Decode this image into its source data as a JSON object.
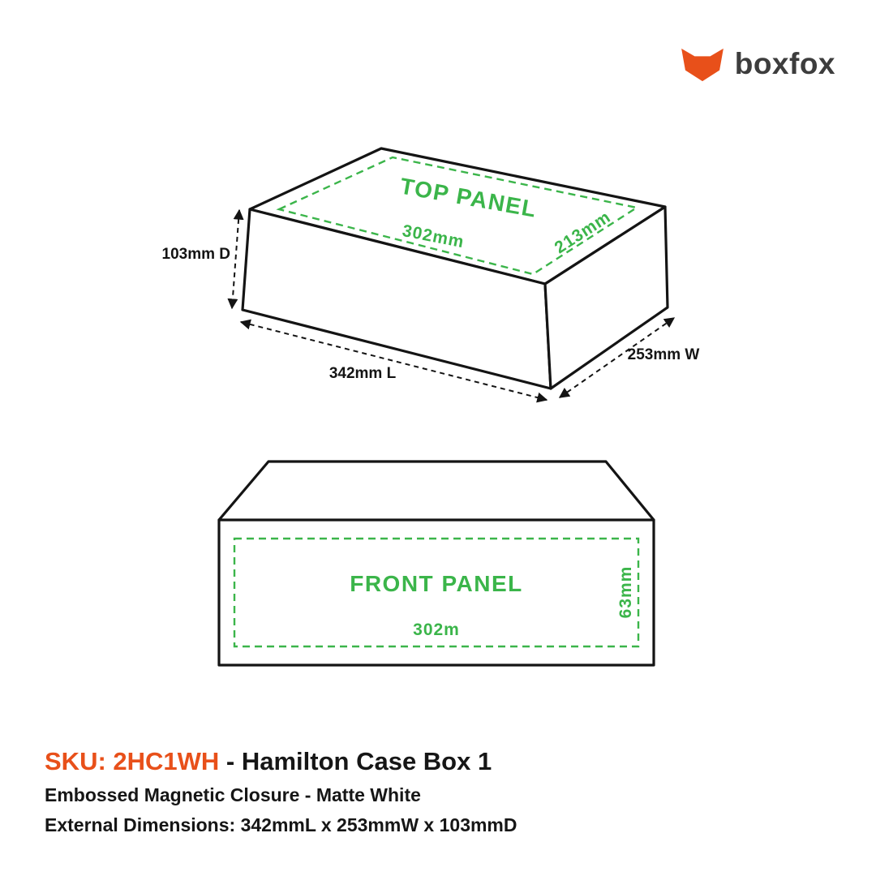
{
  "brand": {
    "name": "boxfox"
  },
  "colors": {
    "green": "#3bb54a",
    "orange": "#e8501a",
    "ink": "#161616"
  },
  "iso_view": {
    "panel_label": "TOP PANEL",
    "panel_length": "302mm",
    "panel_width": "213mm",
    "depth_label": "103mm D",
    "length_label": "342mm L",
    "width_label": "253mm W"
  },
  "front_view": {
    "panel_label": "FRONT PANEL",
    "panel_length": "302m",
    "panel_height": "63mm"
  },
  "footer": {
    "sku": "SKU: 2HC1WH",
    "product_suffix": " - Hamilton Case Box 1",
    "closure_line": "Embossed Magnetic Closure - Matte White",
    "dimensions_line": "External Dimensions: 342mmL x 253mmW x 103mmD"
  }
}
